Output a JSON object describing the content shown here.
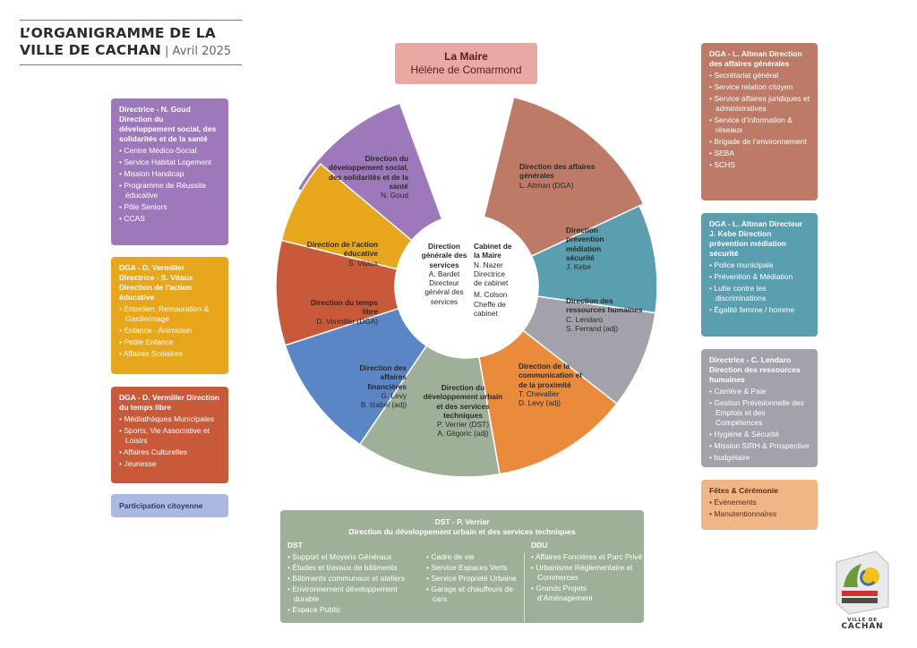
{
  "header": {
    "title_line1": "L’ORGANIGRAMME DE LA",
    "title_line2": "VILLE DE CACHAN",
    "date": "| Avril 2025"
  },
  "maire": {
    "title": "La Maire",
    "name": "Hélène de Comarmond"
  },
  "center": {
    "dgs": {
      "title": "Direction générale des services",
      "name": "A. Bardet",
      "role": "Directeur général des services"
    },
    "cabinet": {
      "title": "Cabinet de la Maire",
      "name1": "N. Nazer",
      "role1": "Directrice de cabinet",
      "name2": "M. Colson",
      "role2": "Cheffe de cabinet"
    }
  },
  "wheel_segments": [
    {
      "title": "Direction du développement social, des solidarités et de la santé",
      "name": "N. Goud",
      "name2": "",
      "color": "#9d79bb"
    },
    {
      "title": "Direction des affaires générales",
      "name": "L. Altman (DGA)",
      "name2": "",
      "color": "#bd7a66"
    },
    {
      "title": "Direction prévention médiation sécurité",
      "name": "J. Kebe",
      "name2": "",
      "color": "#5a9fb0"
    },
    {
      "title": "Direction des ressources humaines",
      "name": "C. Lendaro",
      "name2": "S. Ferrand (adj)",
      "color": "#a3a2ab"
    },
    {
      "title": "Direction de la communication et de la proximité",
      "name": "T. Chevallier",
      "name2": "D. Levy (adj)",
      "color": "#ea8a3b"
    },
    {
      "title": "Direction du développement urbain et des services techniques",
      "name": "P. Verrier (DST)",
      "name2": "A. Gligoric (adj)",
      "color": "#9fb098"
    },
    {
      "title": "Direction des affaires financières",
      "name": "G. Levy",
      "name2": "B. Izabel (adj)",
      "color": "#5a86c6"
    },
    {
      "title": "Direction du temps libre",
      "name": "D. Vermiller (DGA)",
      "name2": "",
      "color": "#c85a3a"
    },
    {
      "title": "Direction de l’action éducative",
      "name": "S. Vitaux",
      "name2": "",
      "color": "#e8a61c"
    }
  ],
  "boxes": {
    "social": {
      "head": "Directrice - N. Goud Direction du développement social, des solidarités et de la santé",
      "items": [
        "Centre Médico-Social",
        "Service Habitat Logement",
        "Mission Handicap",
        "Programme de Réussite éducative",
        "Pôle Seniors",
        "CCAS"
      ]
    },
    "educ": {
      "head": "DGA - D. Vermiller Directrice - S. Vitaux Direction de l’action éducative",
      "items": [
        "Entretien, Restauration & Gardiennage",
        "Enfance - Animation",
        "Petite Enfance",
        "Affaires Scolaires"
      ]
    },
    "temps": {
      "head": "DGA - D. Vermiller Direction du temps libre",
      "items": [
        "Médiathèques Municipales",
        "Sports, Vie Associative et Loisirs",
        "Affaires Culturelles",
        "Jeunesse"
      ]
    },
    "partic": {
      "head": "Participation citoyenne"
    },
    "ag": {
      "head": "DGA - L. Altman Direction des affaires générales",
      "items": [
        "Secrétariat général",
        "Service relation citoyen",
        "Service affaires juridiques et administratives",
        "Service d’information & réseaux",
        "Brigade de l’environnement",
        "SEBA",
        "SCHS"
      ]
    },
    "prev": {
      "head": "DGA - L. Altman Directeur J. Kebe Direction prévention médiation sécurité",
      "items": [
        "Police municipale",
        "Prévention & Médiation",
        "Lutte contre les discriminations",
        "Égalité femme / homme"
      ]
    },
    "rh": {
      "head": "Directrice - C. Lendaro Direction des ressources humaines",
      "items": [
        "Carrière & Paie",
        "Gestion Prévisionnelle des Emplois et des Compétences",
        "Hygiène & Sécurité",
        "Mission SIRH & Prospective",
        "budgétaire"
      ]
    },
    "fetes": {
      "head": "Fêtes & Cérémonie",
      "items": [
        "Événements",
        "Manutentionnaires"
      ]
    },
    "dst": {
      "head1": "DST - P. Verrier",
      "head2": "Direction du développement urbain et des services techniques",
      "col1_head": "DST",
      "col1": [
        "Support et Moyens Généraux",
        "Études et travaux de bâtiments",
        "Bâtiments communaux et ateliers",
        "Environnement développement durable",
        "Espace Public"
      ],
      "col2": [
        "Cadre de vie",
        "Service Espaces Verts",
        "Service Propreté Urbaine",
        "Garage et chauffeurs de cars"
      ],
      "col3_head": "DDU",
      "col3": [
        "Affaires Foncières et Parc Privé",
        "Urbanisme Réglementaire et Commerces",
        "Grands Projets d’Aménagement"
      ]
    }
  },
  "logo": {
    "small": "VILLE DE",
    "big": "CACHAN"
  }
}
